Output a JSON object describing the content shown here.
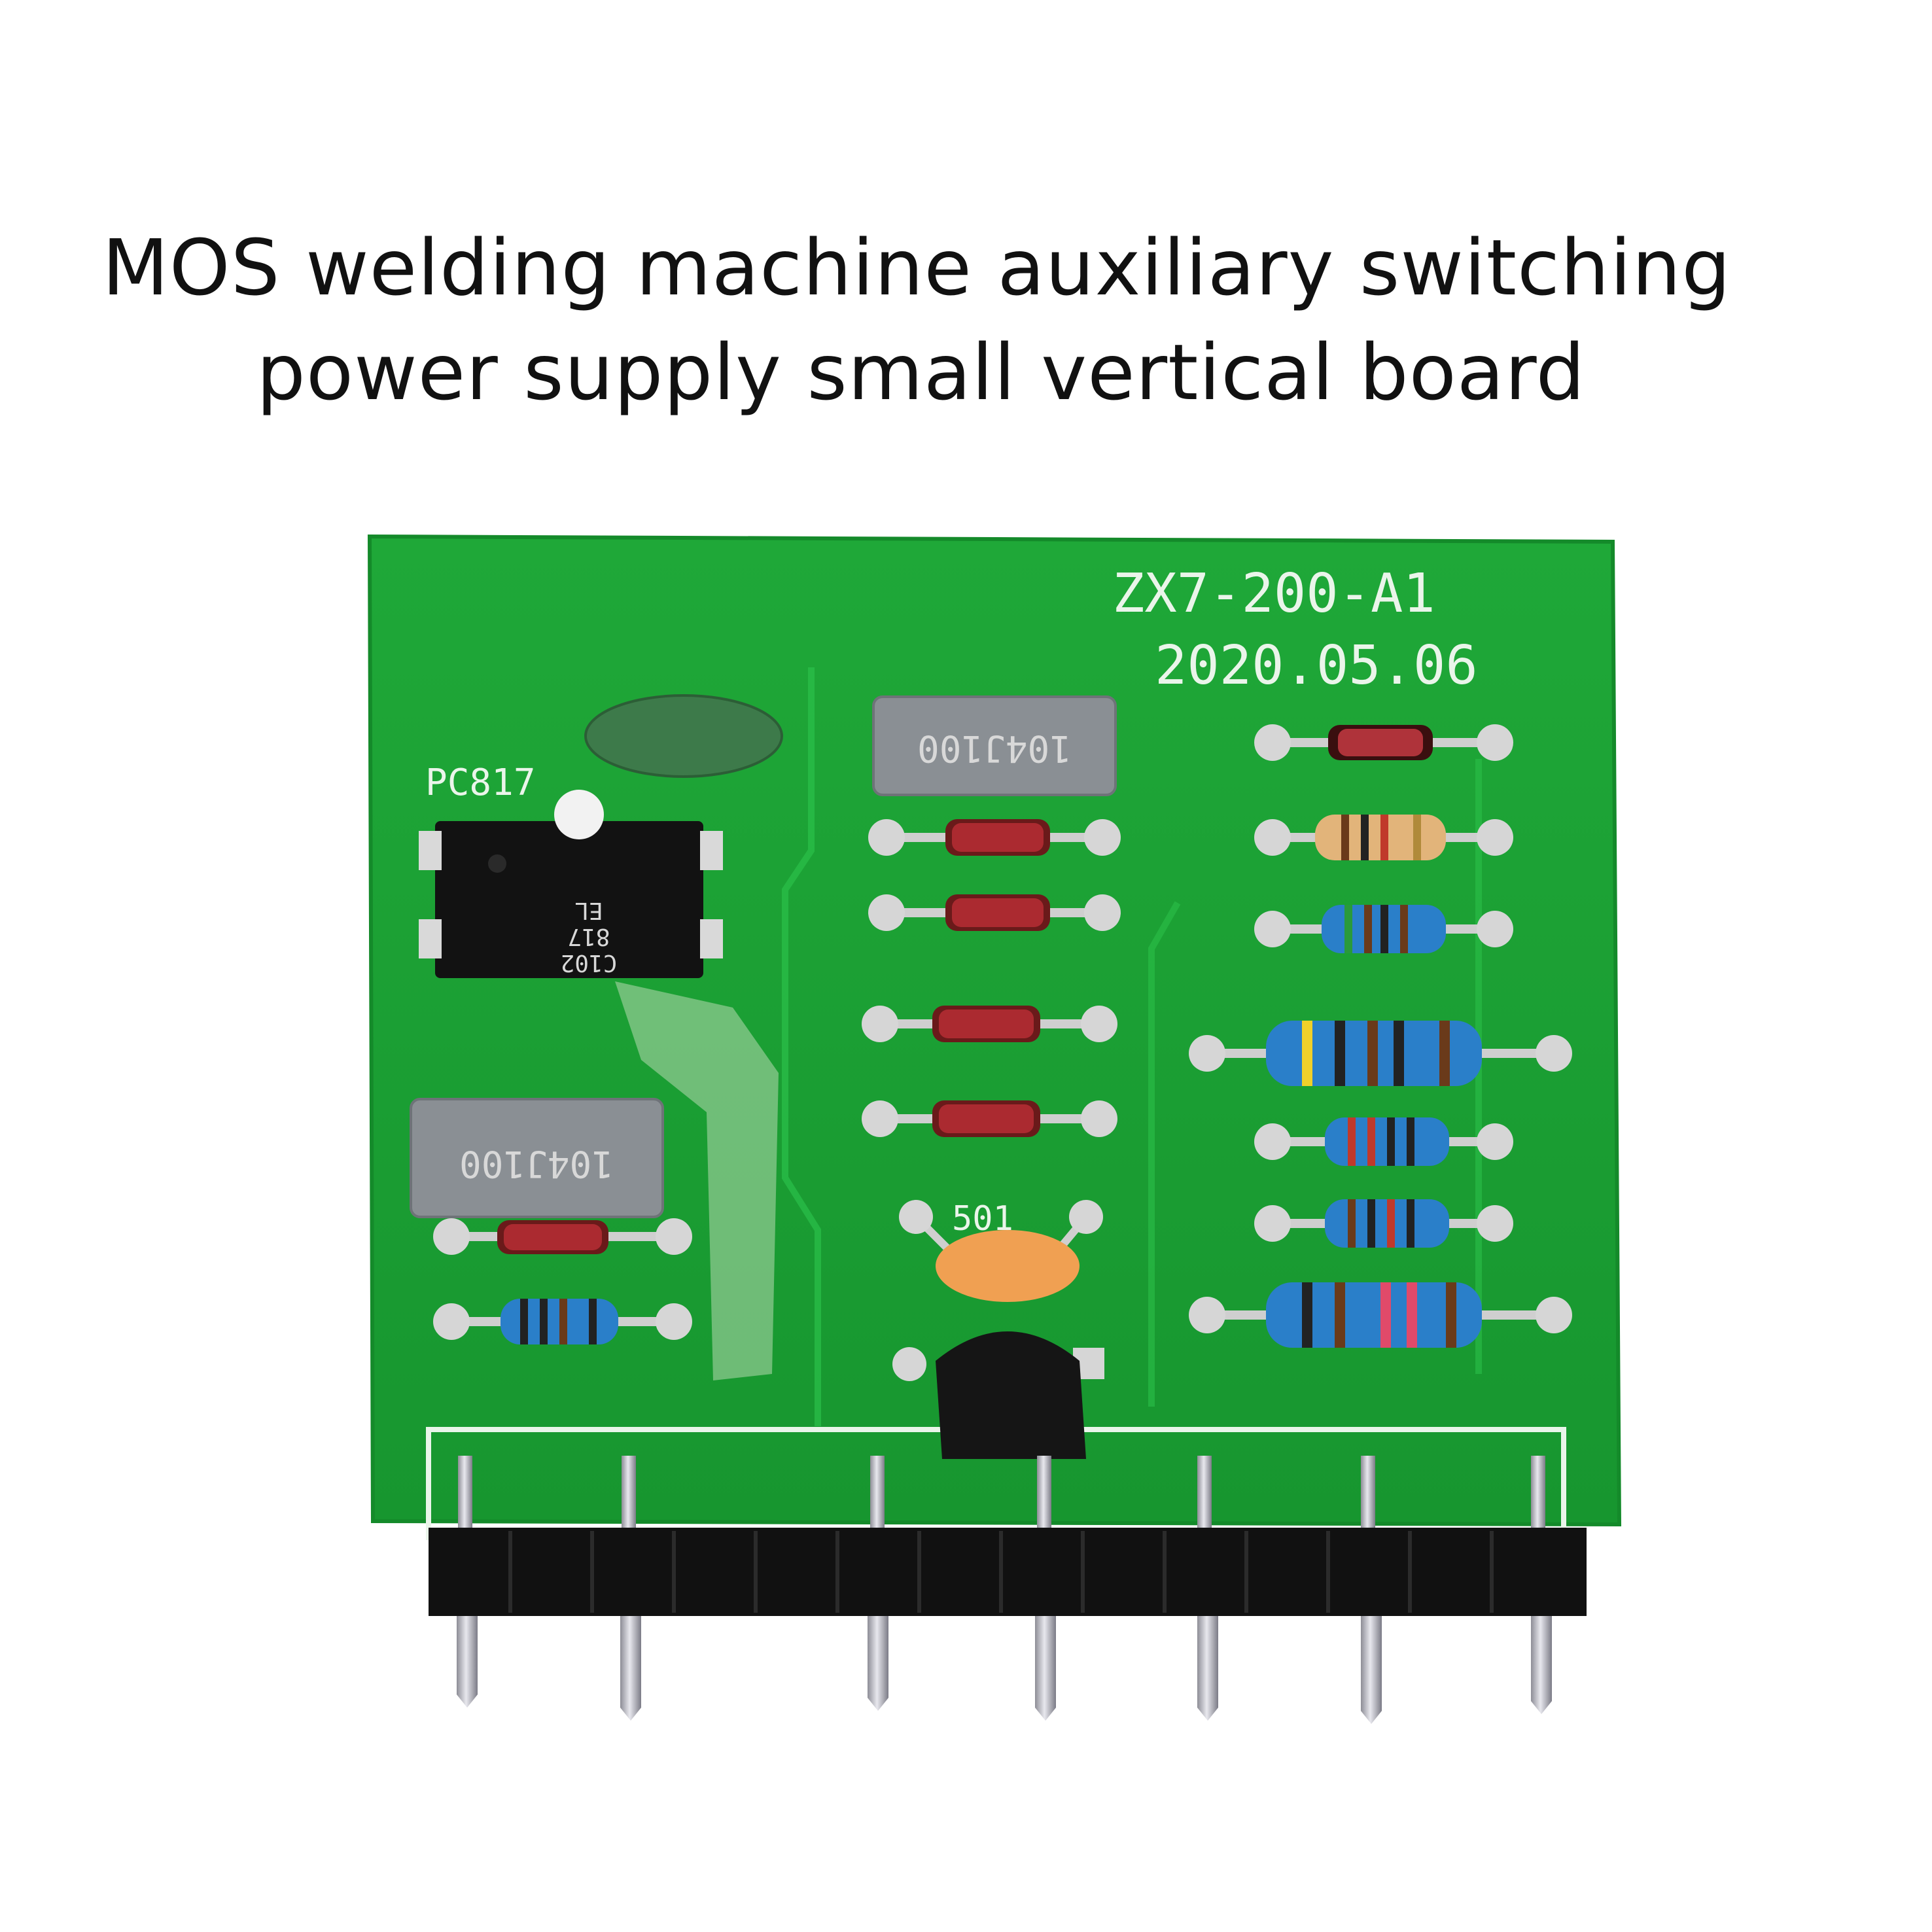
{
  "caption": {
    "line1": "MOS welding machine auxiliary switching",
    "line2": "power supply small vertical board"
  },
  "board": {
    "model_label": "ZX7-200-A1",
    "date_label": "2020.05.06",
    "optocoupler_label": "PC817",
    "capacitor_marking_top": "104J100",
    "capacitor_marking_left": "104J100",
    "ceramic_cap_label": "501",
    "optocoupler_chip_marking": [
      "EL",
      "817",
      "C102"
    ]
  },
  "colors": {
    "pcb_green": "#22a83a",
    "silkscreen": "#eaf5ea",
    "header_black": "#111111",
    "pin_silver": "#c9c9cf"
  }
}
